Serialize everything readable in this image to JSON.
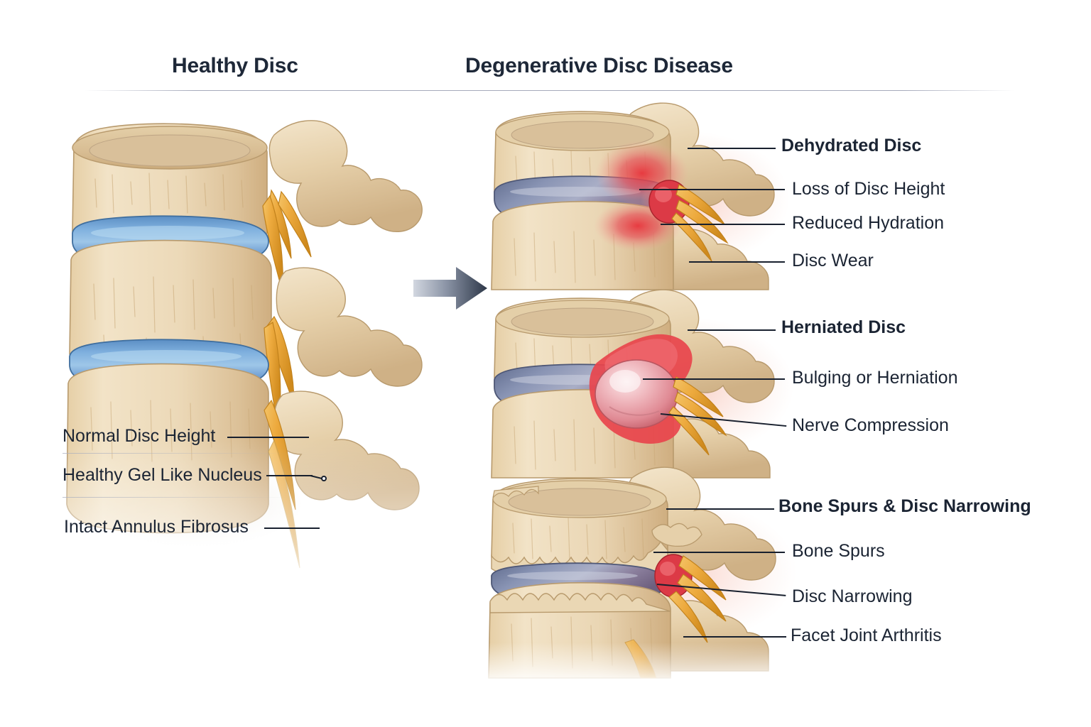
{
  "headings": {
    "healthy": "Healthy Disc",
    "degenerative": "Degenerative Disc Disease"
  },
  "healthy_labels": [
    {
      "text": "Normal Disc Height"
    },
    {
      "text": "Healthy Gel Like Nucleus"
    },
    {
      "text": "Intact Annulus Fibrosus"
    }
  ],
  "sections": [
    {
      "title": "Dehydrated Disc",
      "items": [
        {
          "text": "Loss of Disc Height"
        },
        {
          "text": "Reduced Hydration"
        },
        {
          "text": "Disc Wear"
        }
      ]
    },
    {
      "title": "Herniated Disc",
      "items": [
        {
          "text": "Bulging or Herniation"
        },
        {
          "text": "Nerve Compression"
        }
      ]
    },
    {
      "title": "Bone Spurs & Disc Narrowing",
      "items": [
        {
          "text": "Bone Spurs"
        },
        {
          "text": "Disc Narrowing"
        },
        {
          "text": "Facet Joint Arthritis"
        }
      ]
    }
  ],
  "icons": {
    "arrow": "right-arrow-icon"
  },
  "colors": {
    "text": "#1e2838",
    "bone_light": "#f0e0c4",
    "bone_mid": "#e3cda6",
    "bone_shadow": "#c9ab7e",
    "disc_healthy": "#6fa0d4",
    "disc_healthy_dark": "#4a7cb3",
    "disc_degenerated": "#7c86a8",
    "disc_degenerated_dark": "#5a6585",
    "nerve": "#edaa3e",
    "nerve_dark": "#d08c22",
    "inflammation": "#e03b42",
    "herniation": "#e8a0a6",
    "glow": "#f6c8bc",
    "leader": "#18202e",
    "arrow_light": "#c4cad6",
    "arrow_dark": "#313c50"
  }
}
